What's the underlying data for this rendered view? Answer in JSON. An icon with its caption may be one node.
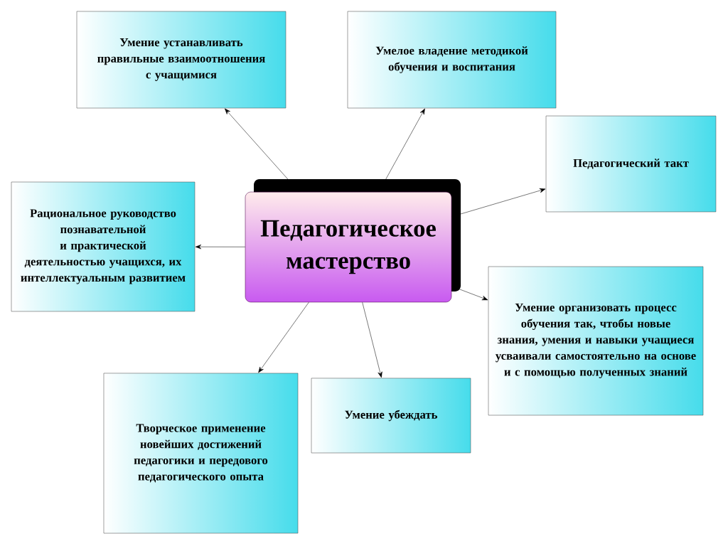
{
  "diagram": {
    "nodes": [
      {
        "text": [
          "Педагогическое мастерство"
        ]
      },
      {
        "text": [
          "Умение устанавливать правильные взаимоотношения с учащимися"
        ]
      },
      {
        "text": [
          "Умелое владение методикой обучения и воспитания"
        ]
      },
      {
        "text": [
          "Педагогический такт"
        ]
      },
      {
        "text": [
          "Рациональное руководство познавательной и практической деятельностью учащихся, их интеллектуальным развитием"
        ]
      },
      {
        "text": [
          "Умение организовать процесс обучения так, чтобы новые знания, умения и навыки учащиеся усваивали самостоятельно на основе и с помощью полученных знаний"
        ]
      },
      {
        "text": [
          "Творческое применение новейших достижений педагогики и передового педагогического опыта"
        ]
      },
      {
        "text": [
          "Умение убеждать"
        ]
      }
    ],
    "edges": [
      {
        "from": 0,
        "to": 1,
        "arrow": "to"
      },
      {
        "from": 0,
        "to": 2,
        "arrow": "to"
      },
      {
        "from": 0,
        "to": 3,
        "arrow": "to"
      },
      {
        "from": 0,
        "to": 4,
        "arrow": "to"
      },
      {
        "from": 0,
        "to": 5,
        "arrow": "to"
      },
      {
        "from": 0,
        "to": 6,
        "arrow": "to"
      },
      {
        "from": 0,
        "to": 7,
        "arrow": "to"
      }
    ]
  }
}
